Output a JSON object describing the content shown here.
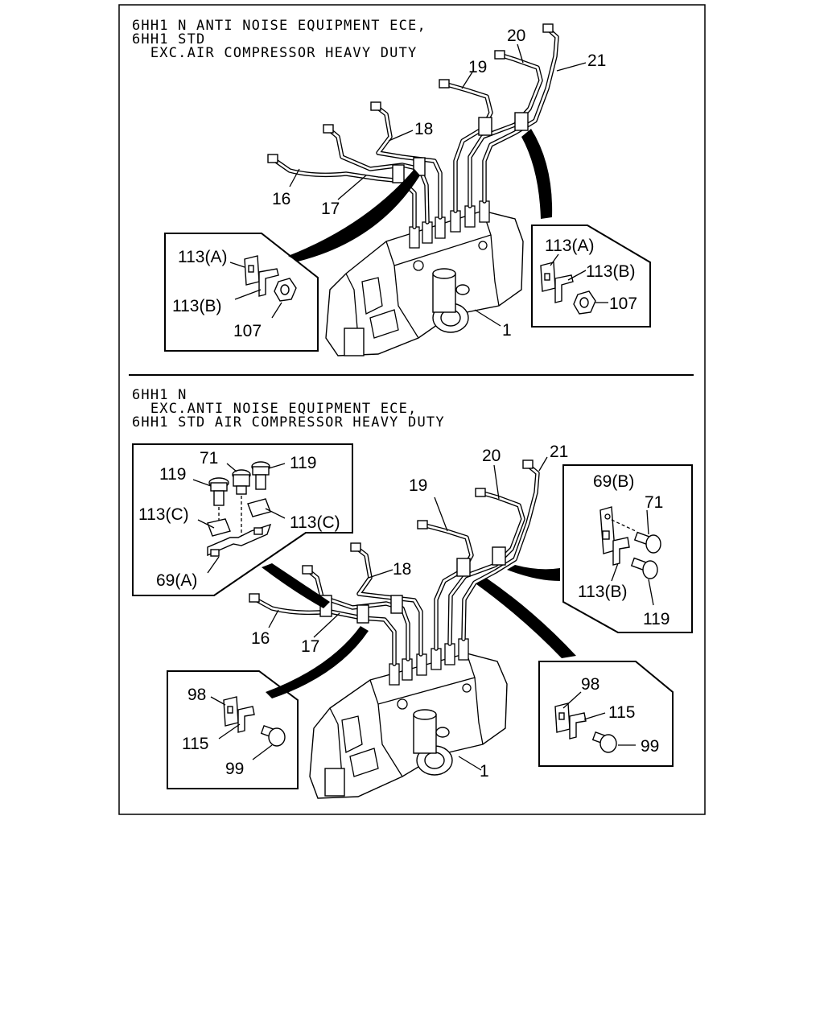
{
  "top": {
    "header": [
      "6HH1 N ANTI NOISE EQUIPMENT ECE,",
      "6HH1 STD",
      "  EXC.AIR COMPRESSOR HEAVY DUTY"
    ],
    "labels": {
      "p16": "16",
      "p17": "17",
      "p18": "18",
      "p19": "19",
      "p20": "20",
      "p21": "21",
      "p1": "1",
      "l_113a": "113(A)",
      "l_113b": "113(B)",
      "l_107": "107",
      "r_113a": "113(A)",
      "r_113b": "113(B)",
      "r_107": "107"
    }
  },
  "bottom": {
    "header": [
      "6HH1 N",
      "  EXC.ANTI NOISE EQUIPMENT ECE,",
      "6HH1 STD AIR COMPRESSOR HEAVY DUTY"
    ],
    "labels": {
      "p16": "16",
      "p17": "17",
      "p18": "18",
      "p19": "19",
      "p20": "20",
      "p21": "21",
      "p1": "1",
      "ul_119a": "119",
      "ul_71": "71",
      "ul_119b": "119",
      "ul_113c_a": "113(C)",
      "ul_113c_b": "113(C)",
      "ul_69a": "69(A)",
      "ur_69b": "69(B)",
      "ur_71": "71",
      "ur_113b": "113(B)",
      "ur_119": "119",
      "ll_98": "98",
      "ll_115": "115",
      "ll_99": "99",
      "lr_98": "98",
      "lr_115": "115",
      "lr_99": "99"
    }
  }
}
